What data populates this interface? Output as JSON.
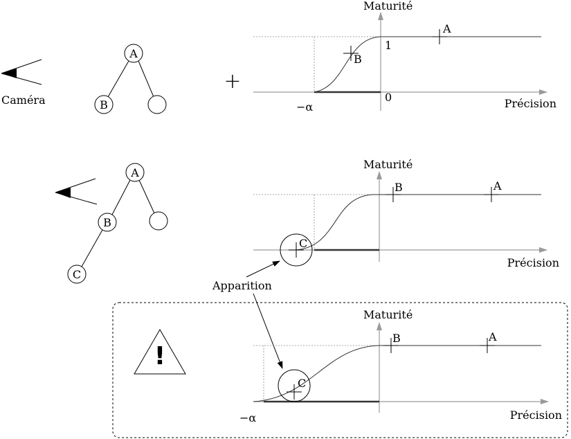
{
  "camera_label": "Caméra",
  "plus_sign": "+",
  "apparition_label": "Apparition",
  "tree1": {
    "root": "A",
    "left": "B"
  },
  "tree2": {
    "root": "A",
    "left": "B",
    "leaf": "C"
  },
  "graph1": {
    "ylabel": "Maturité",
    "xlabel": "Précision",
    "one": "1",
    "zero": "0",
    "neg_alpha": "−α",
    "marker_a": "A",
    "marker_b": "B"
  },
  "graph2": {
    "ylabel": "Maturité",
    "xlabel": "Précision",
    "marker_a": "A",
    "marker_b": "B",
    "marker_c": "C"
  },
  "graph3": {
    "ylabel": "Maturité",
    "xlabel": "Précision",
    "neg_alpha": "−α",
    "marker_a": "A",
    "marker_b": "B",
    "marker_c": "C",
    "warning_mark": "!"
  }
}
